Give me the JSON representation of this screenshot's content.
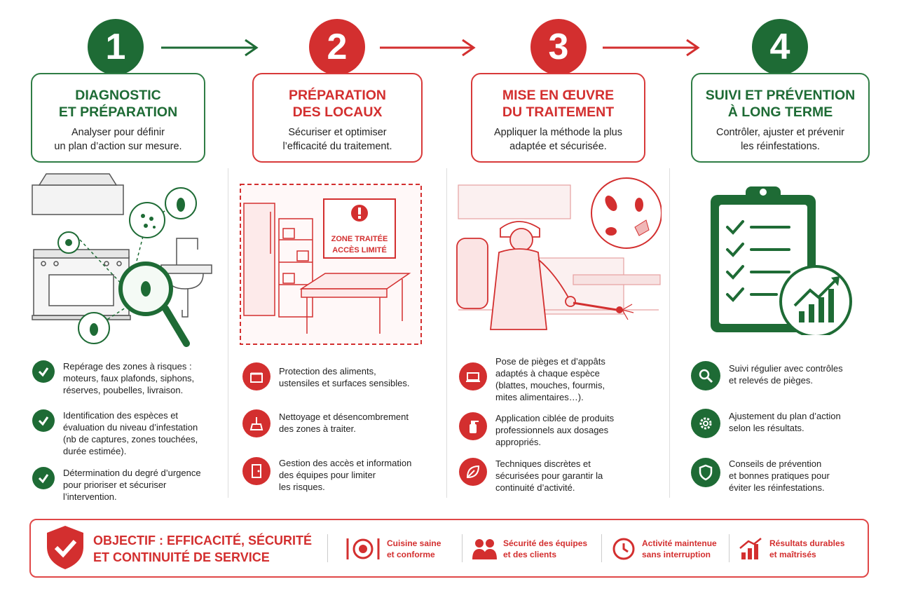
{
  "steps": [
    {
      "number": "1",
      "title_l1": "DIAGNOSTIC",
      "title_l2": "ET PRÉPARATION",
      "sub_l1": "Analyser pour définir",
      "sub_l2": "un plan d’action sur mesure.",
      "color": "#1e6b35"
    },
    {
      "number": "2",
      "title_l1": "PRÉPARATION",
      "title_l2": "DES LOCAUX",
      "sub_l1": "Sécuriser et optimiser",
      "sub_l2": "l’efficacité du traitement.",
      "color": "#d32f2f"
    },
    {
      "number": "3",
      "title_l1": "MISE EN ŒUVRE",
      "title_l2": "DU TRAITEMENT",
      "sub_l1": "Appliquer la méthode la plus",
      "sub_l2": "adaptée et sécurisée.",
      "color": "#d32f2f"
    },
    {
      "number": "4",
      "title_l1": "SUIVI ET PRÉVENTION",
      "title_l2": "À LONG TERME",
      "sub_l1": "Contrôler, ajuster et prévenir",
      "sub_l2": "les réinfestations.",
      "color": "#1e6b35"
    }
  ],
  "sign": {
    "line1": "ZONE TRAITÉE",
    "line2": "ACCÈS LIMITÉ"
  },
  "col1": [
    {
      "l1": "Repérage des zones à risques :",
      "l2": "moteurs, faux plafonds, siphons,",
      "l3": "réserves, poubelles, livraison.",
      "l4": ""
    },
    {
      "l1": "Identification des espèces et",
      "l2": "évaluation du niveau d’infestation",
      "l3": "(nb de captures, zones touchées,",
      "l4": "durée estimée)."
    },
    {
      "l1": "Détermination du degré d’urgence",
      "l2": "pour prioriser et sécuriser",
      "l3": "l’intervention.",
      "l4": ""
    }
  ],
  "col2": [
    {
      "l1": "Protection des aliments,",
      "l2": "ustensiles et surfaces sensibles.",
      "l3": "",
      "icon": "box-icon"
    },
    {
      "l1": "Nettoyage et désencombrement",
      "l2": "des zones à traiter.",
      "l3": "",
      "icon": "broom-icon"
    },
    {
      "l1": "Gestion des accès et information",
      "l2": "des équipes pour limiter",
      "l3": "les risques.",
      "icon": "door-icon"
    }
  ],
  "col3": [
    {
      "l1": "Pose de pièges et d’appâts",
      "l2": "adaptés à chaque espèce",
      "l3": "(blattes, mouches, fourmis,",
      "l4": "mites alimentaires…).",
      "icon": "trap-icon"
    },
    {
      "l1": "Application ciblée de produits",
      "l2": "professionnels aux dosages",
      "l3": "appropriés.",
      "l4": "",
      "icon": "spray-icon"
    },
    {
      "l1": "Techniques discrètes et",
      "l2": "sécurisées pour garantir la",
      "l3": "continuité d’activité.",
      "l4": "",
      "icon": "leaf-icon"
    }
  ],
  "col4": [
    {
      "l1": "Suivi régulier avec contrôles",
      "l2": "et relevés de pièges.",
      "l3": "",
      "icon": "magnifier-icon"
    },
    {
      "l1": "Ajustement du plan d’action",
      "l2": "selon les résultats.",
      "l3": "",
      "icon": "gear-icon"
    },
    {
      "l1": "Conseils de prévention",
      "l2": "et bonnes pratiques pour",
      "l3": "éviter les réinfestations.",
      "icon": "shield-icon"
    }
  ],
  "footer": {
    "obj_l1": "OBJECTIF : EFFICACITÉ, SÉCURITÉ",
    "obj_l2": "ET CONTINUITÉ DE SERVICE",
    "items": [
      {
        "l1": "Cuisine saine",
        "l2": "et conforme",
        "icon": "plate-icon"
      },
      {
        "l1": "Sécurité des équipes",
        "l2": "et des clients",
        "icon": "people-icon"
      },
      {
        "l1": "Activité maintenue",
        "l2": "sans interruption",
        "icon": "clock-icon"
      },
      {
        "l1": "Résultats durables",
        "l2": "et maîtrisés",
        "icon": "growth-icon"
      }
    ]
  },
  "colors": {
    "green": "#1e6b35",
    "red": "#d32f2f"
  }
}
